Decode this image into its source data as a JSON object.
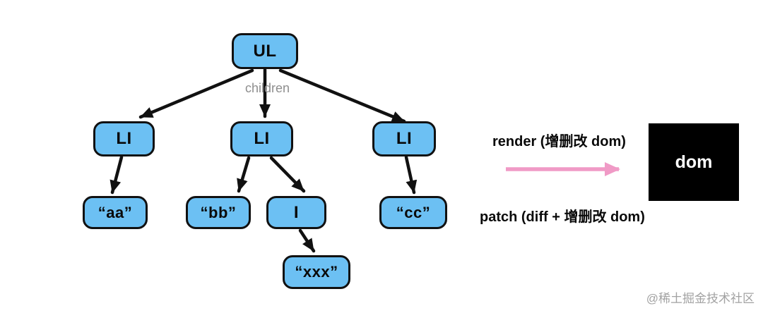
{
  "diagram": {
    "tree": {
      "edge_label": "children",
      "nodes": {
        "ul": "UL",
        "li1": "LI",
        "li2": "LI",
        "li3": "LI",
        "aa": "“aa”",
        "bb": "“bb”",
        "i": "I",
        "cc": "“cc”",
        "xxx": "“xxx”"
      }
    },
    "render_label": "render (增删改 dom)",
    "patch_label": "patch (diff + 增删改 dom)",
    "dom_box_label": "dom",
    "colors": {
      "node_fill": "#6cc0f3",
      "node_border": "#111111",
      "arrow": "#111111",
      "render_arrow": "#f09ac6",
      "dom_box_bg": "#000000",
      "dom_box_text": "#ffffff",
      "edge_label_text": "#8e8e8e",
      "watermark_text": "#a2a2a2"
    }
  },
  "watermark": "@稀土掘金技术社区"
}
